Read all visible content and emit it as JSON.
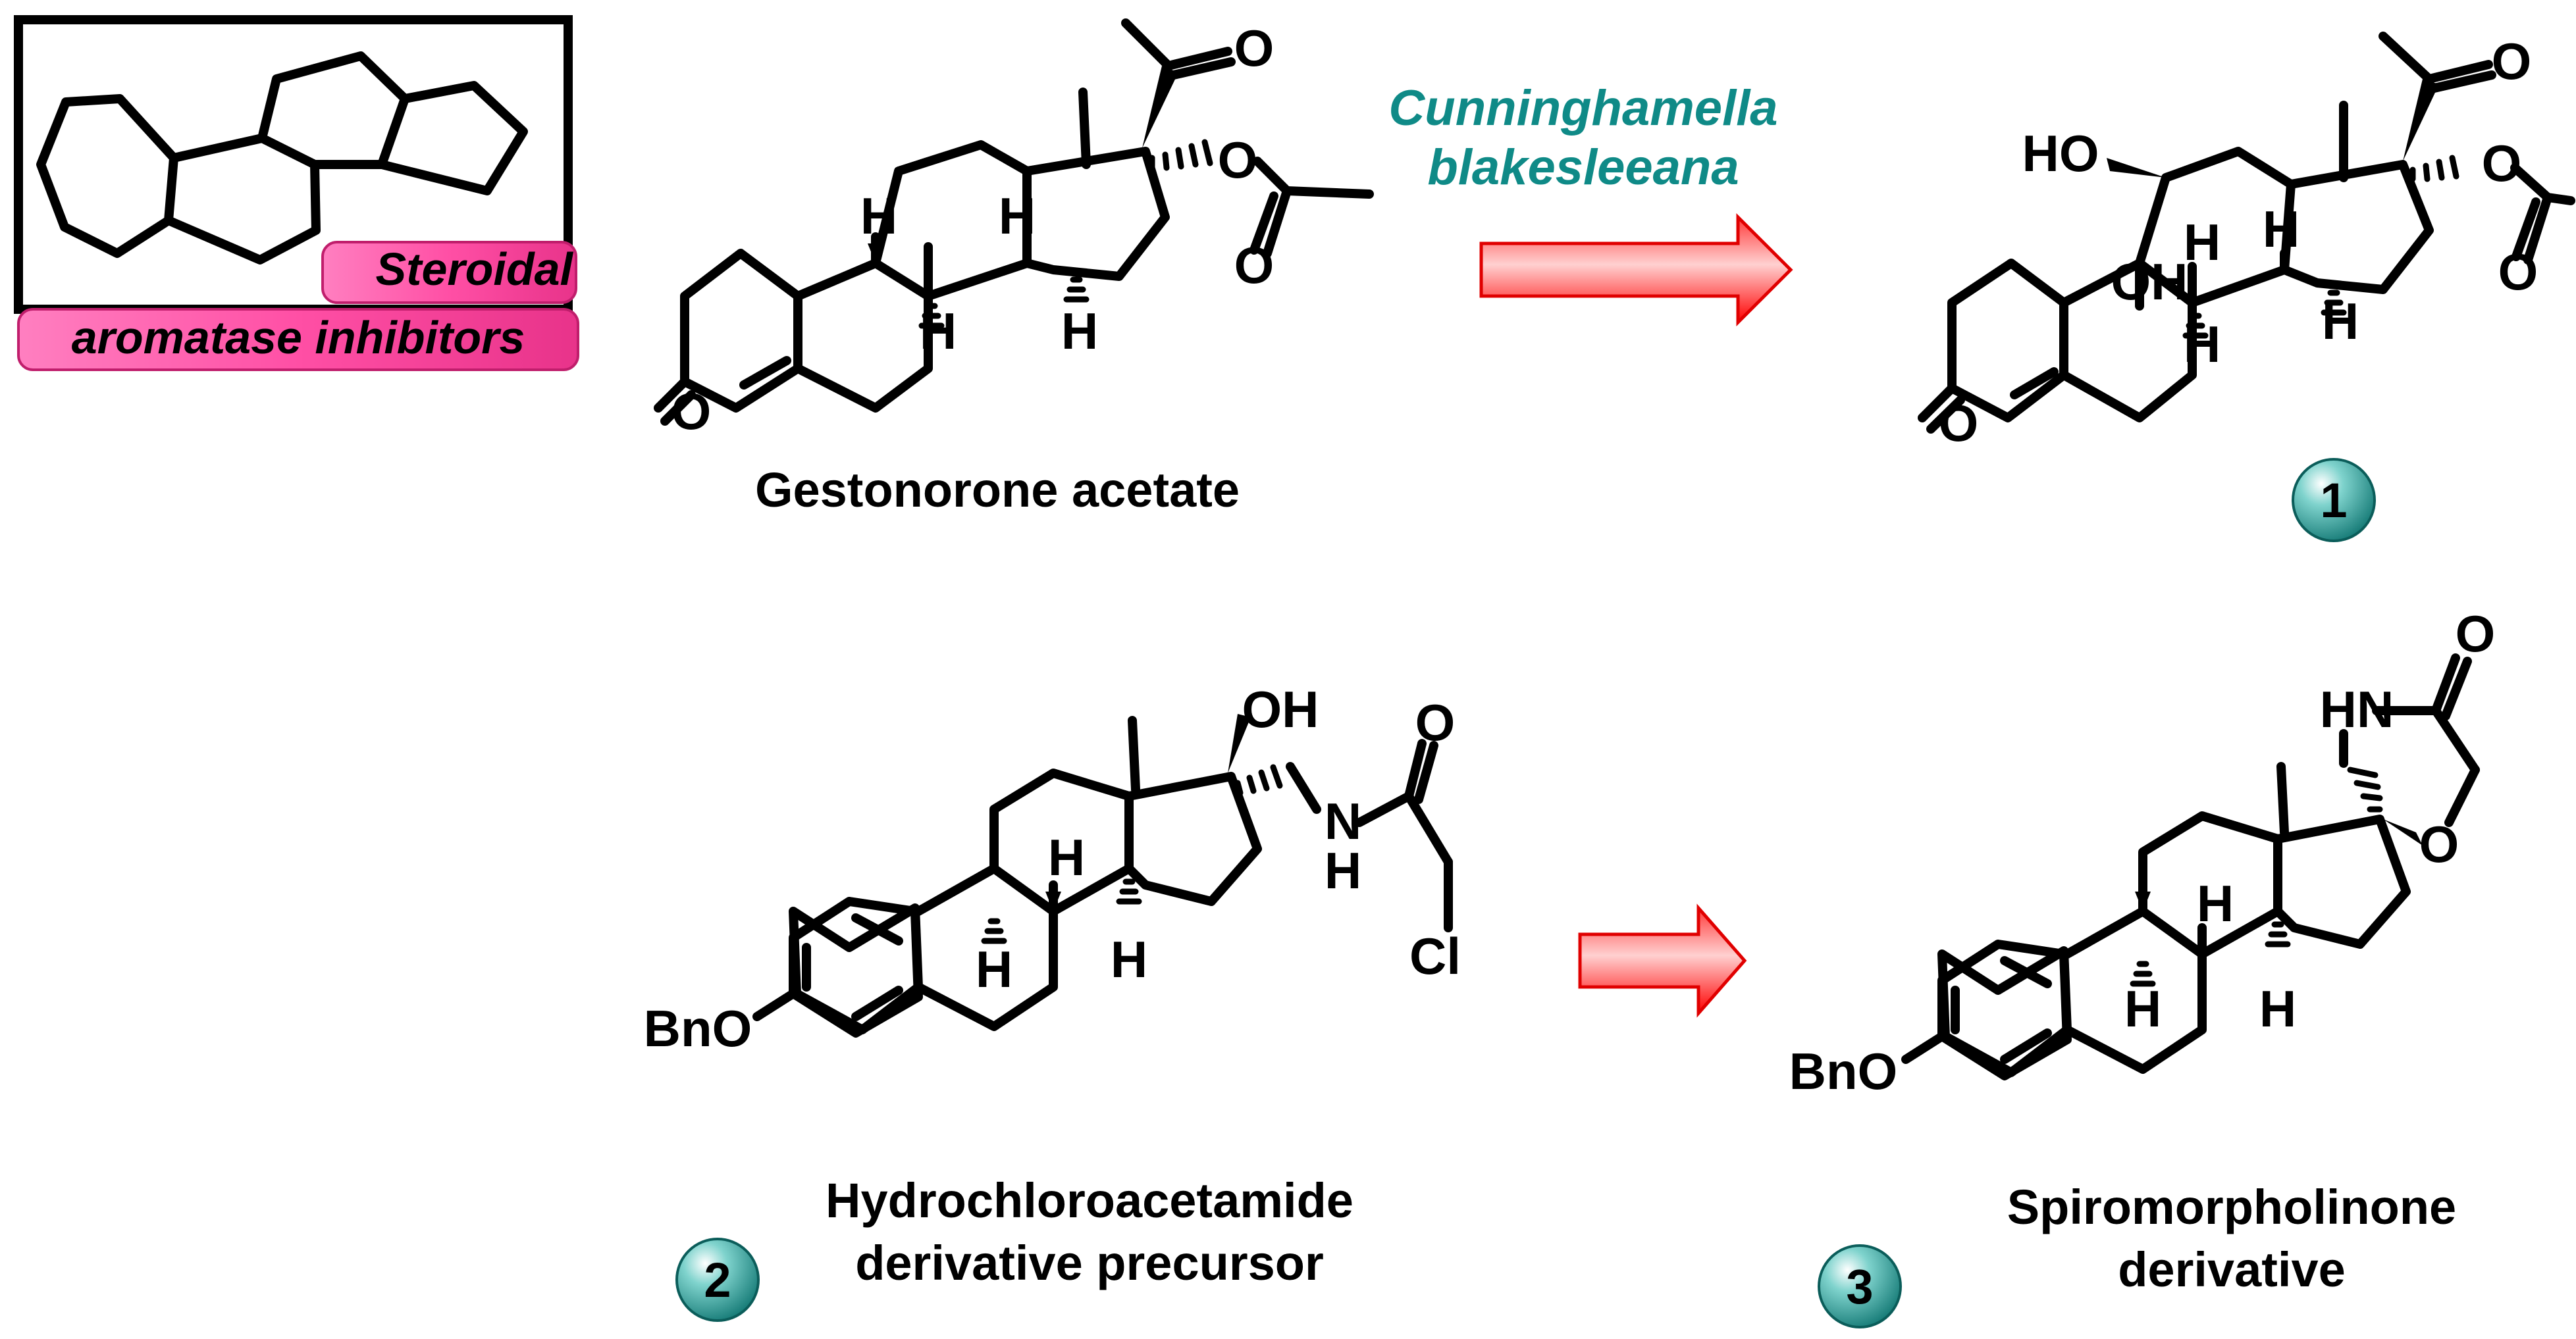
{
  "legend_box": {
    "tag_line1": "Steroidal",
    "tag_line2": "aromatase inhibitors"
  },
  "reaction1": {
    "reagent_line1": "Cunninghamella",
    "reagent_line2": "blakesleeana",
    "substrate_name": "Gestonorone acetate",
    "product_number": "1"
  },
  "reaction2": {
    "substrate_line1": "Hydrochloroacetamide",
    "substrate_line2": "derivative precursor",
    "substrate_number": "2",
    "product_line1": "Spiromorpholinone",
    "product_line2": "derivative",
    "product_number": "3"
  },
  "atoms": {
    "O": "O",
    "OH": "OH",
    "HO": "HO",
    "H": "H",
    "N": "N",
    "HN": "HN",
    "Cl": "Cl",
    "BnO": "BnO"
  },
  "colors": {
    "accent_teal": "#0f8a87",
    "tag_pink": "#e8338a",
    "arrow_red": "#ff1a1a"
  }
}
